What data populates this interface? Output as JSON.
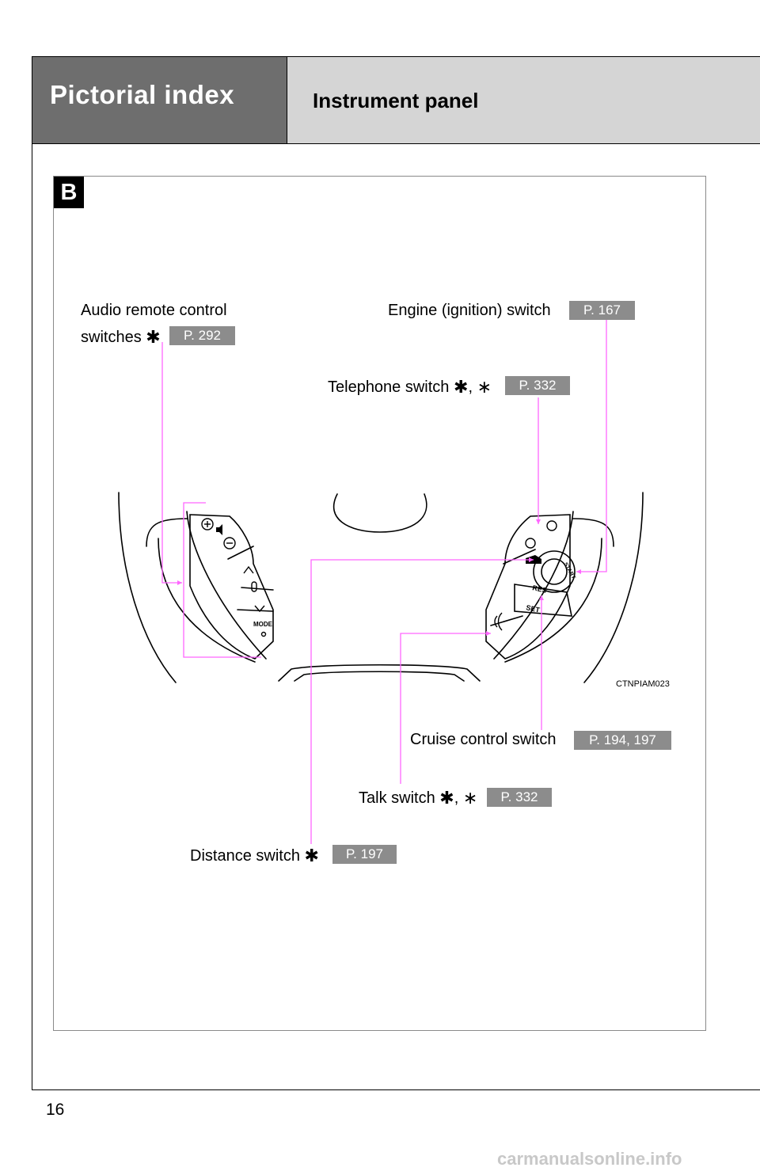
{
  "header": {
    "section_title": "Pictorial index",
    "subtitle": "Instrument panel"
  },
  "panel": {
    "badge": "B",
    "figure_code": "CTNPIAM023",
    "labels": {
      "audio_line1": "Audio remote control",
      "audio_line2": "switches",
      "audio_ref": "P. 292",
      "engine": "Engine (ignition) switch",
      "engine_ref": "P. 167",
      "telephone": "Telephone switch",
      "telephone_ref": "P. 332",
      "cruise": "Cruise control switch",
      "cruise_ref": "P. 194, 197",
      "talk": "Talk switch",
      "talk_ref": "P. 332",
      "distance": "Distance switch",
      "distance_ref": "P. 197"
    },
    "wheel_text": {
      "mode": "MODE",
      "res": "RES",
      "set": "SET",
      "start": "START"
    }
  },
  "footer": {
    "page_number": "16",
    "watermark": "carmanualsonline.info"
  },
  "colors": {
    "header_dark": "#6e6e6e",
    "header_light": "#d5d5d5",
    "ref_badge": "#8c8c8c",
    "leader_line": "#ff66ff"
  }
}
